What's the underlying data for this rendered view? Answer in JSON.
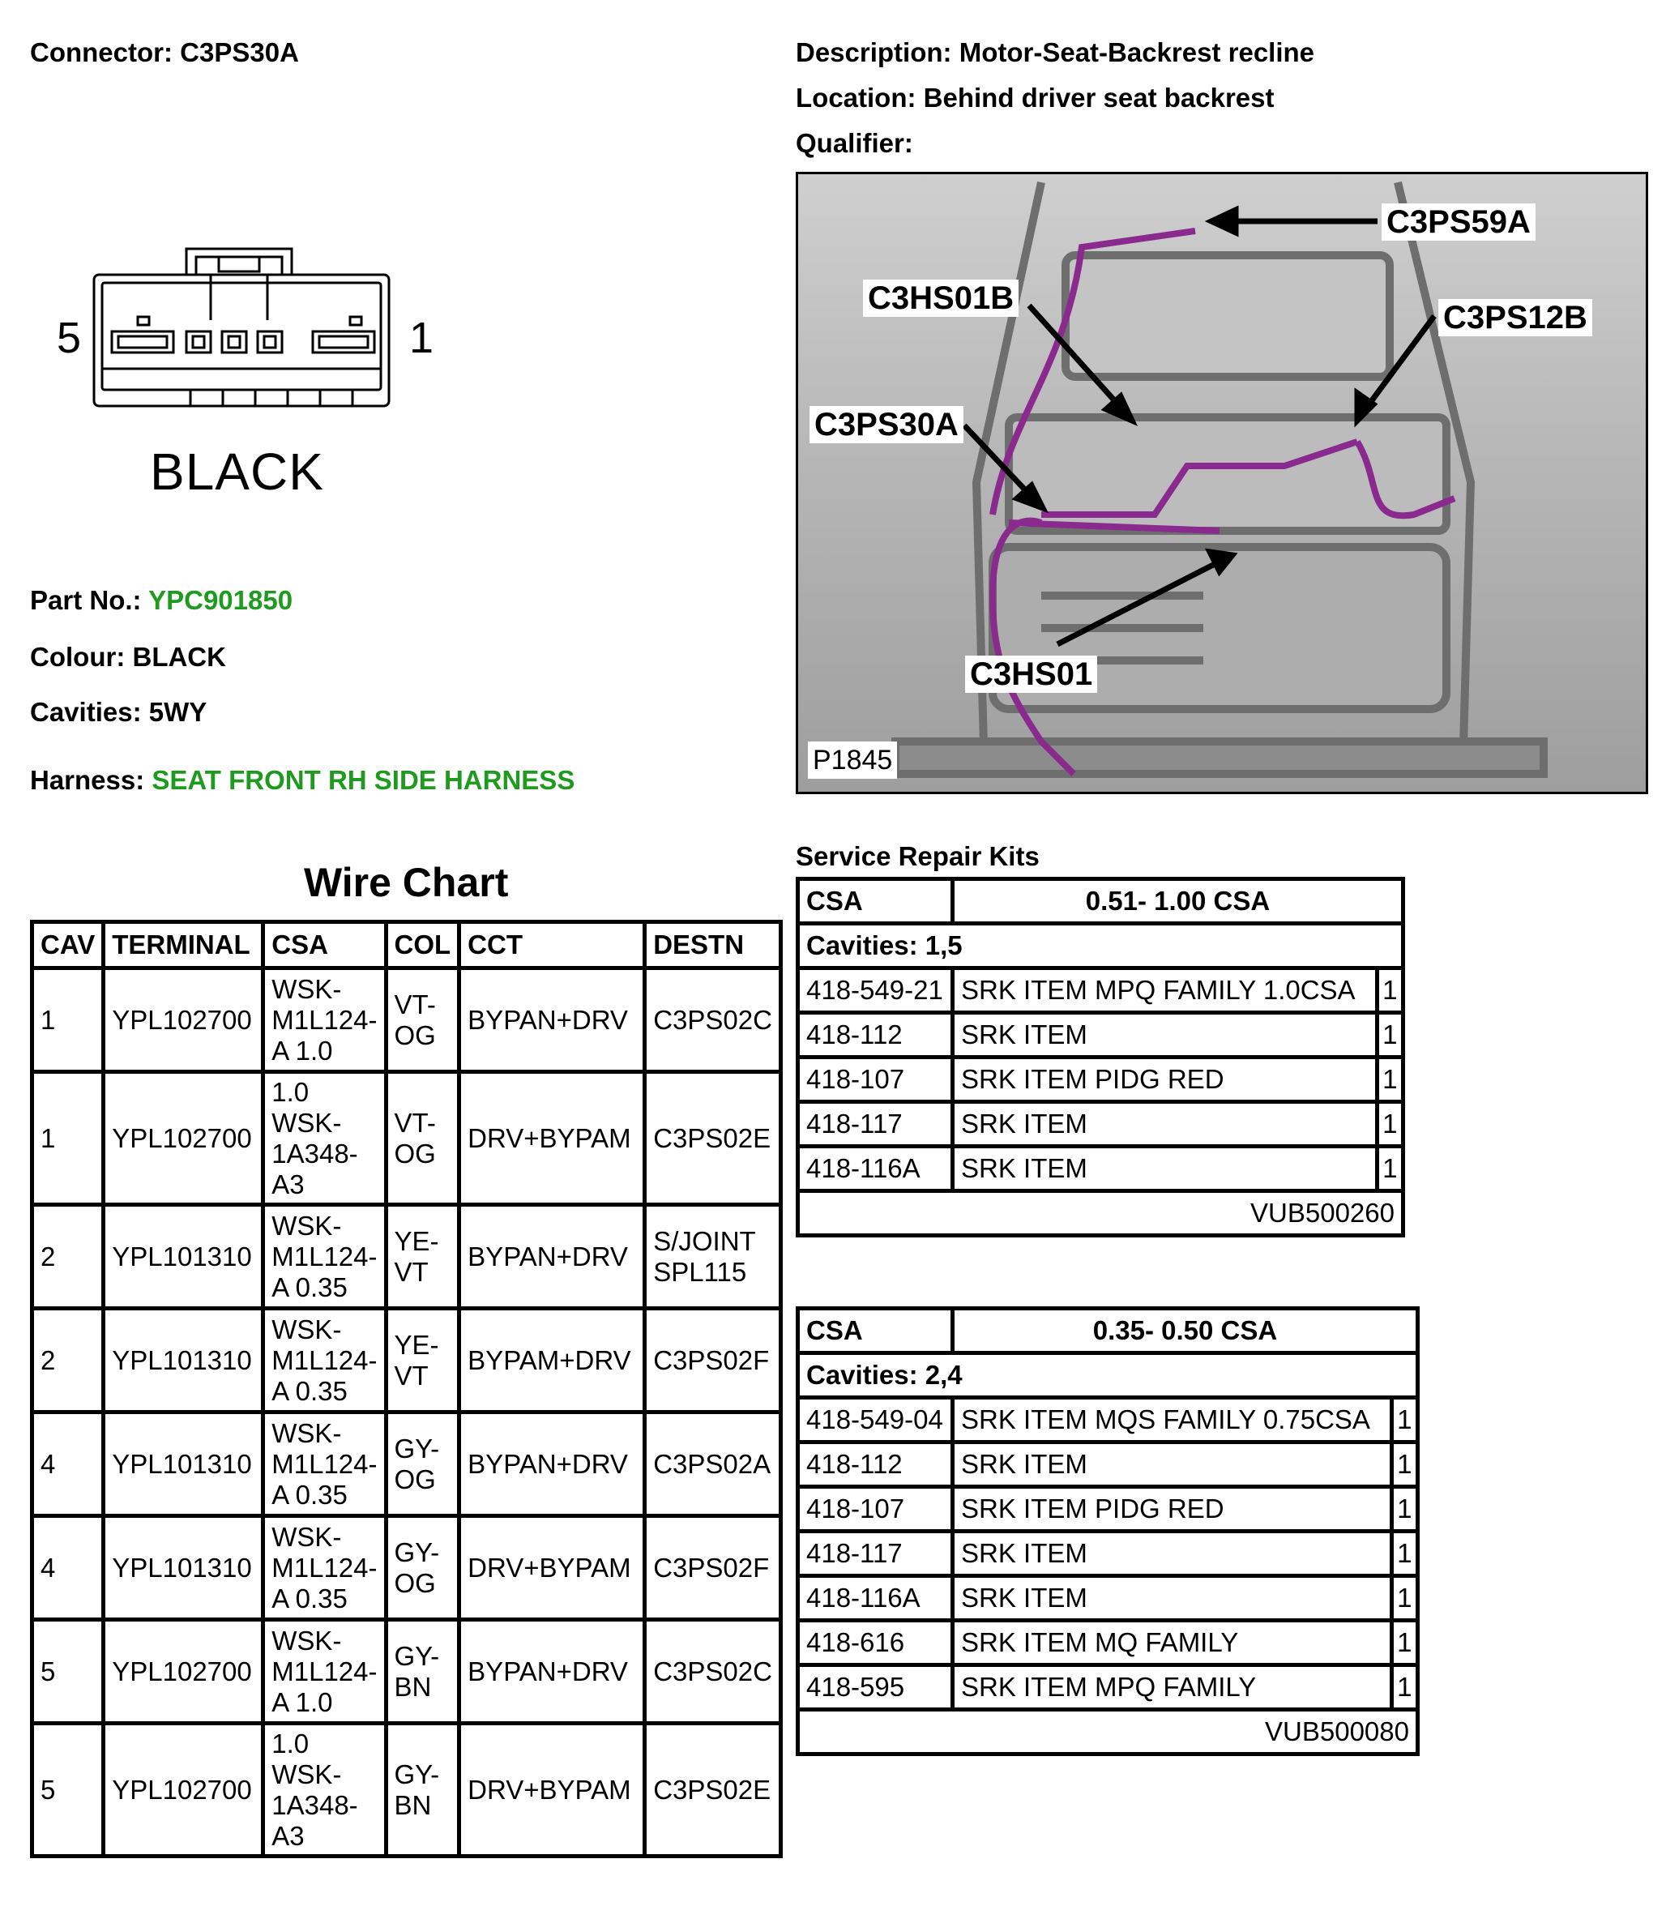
{
  "header": {
    "connector_label": "Connector:",
    "connector_value": "C3PS30A",
    "description_label": "Description:",
    "description_value": "Motor-Seat-Backrest recline",
    "location_label": "Location:",
    "location_value": "Behind driver seat backrest",
    "qualifier_label": "Qualifier:"
  },
  "connector": {
    "pin_left": "5",
    "pin_right": "1",
    "colour_text": "BLACK"
  },
  "info": {
    "part_label": "Part No.:",
    "part_value": "YPC901850",
    "colour_label": "Colour:",
    "colour_value": "BLACK",
    "cavities_label": "Cavities:",
    "cavities_value": "5WY",
    "harness_label": "Harness:",
    "harness_value": "SEAT FRONT RH SIDE HARNESS"
  },
  "photo": {
    "ref": "P1845",
    "callouts": [
      "C3PS59A",
      "C3HS01B",
      "C3PS12B",
      "C3PS30A",
      "C3HS01"
    ]
  },
  "wire_chart": {
    "title": "Wire Chart",
    "headers": [
      "CAV",
      "TERMINAL",
      "CSA",
      "COL",
      "CCT",
      "DESTN"
    ],
    "rows": [
      [
        "1",
        "YPL102700",
        "WSK-\nM1L124-\nA 1.0",
        "VT-\nOG",
        "BYPAN+DRV",
        "C3PS02C"
      ],
      [
        "1",
        "YPL102700",
        "1.0\nWSK-\n1A348-\nA3",
        "VT-\nOG",
        "DRV+BYPAM",
        "C3PS02E"
      ],
      [
        "2",
        "YPL101310",
        "WSK-\nM1L124-\nA 0.35",
        "YE-\nVT",
        "BYPAN+DRV",
        "S/JOINT\nSPL115"
      ],
      [
        "2",
        "YPL101310",
        "WSK-\nM1L124-\nA 0.35",
        "YE-\nVT",
        "BYPAM+DRV",
        "C3PS02F"
      ],
      [
        "4",
        "YPL101310",
        "WSK-\nM1L124-\nA 0.35",
        "GY-\nOG",
        "BYPAN+DRV",
        "C3PS02A"
      ],
      [
        "4",
        "YPL101310",
        "WSK-\nM1L124-\nA 0.35",
        "GY-\nOG",
        "DRV+BYPAM",
        "C3PS02F"
      ],
      [
        "5",
        "YPL102700",
        "WSK-\nM1L124-\nA 1.0",
        "GY-\nBN",
        "BYPAN+DRV",
        "C3PS02C"
      ],
      [
        "5",
        "YPL102700",
        "1.0\nWSK-\n1A348-\nA3",
        "GY-\nBN",
        "DRV+BYPAM",
        "C3PS02E"
      ]
    ]
  },
  "kits": {
    "title": "Service Repair Kits",
    "kit1": {
      "csa_label": "CSA",
      "csa_range": "0.51- 1.00 CSA",
      "cavities": "Cavities: 1,5",
      "items": [
        [
          "418-549-21",
          "SRK ITEM MPQ FAMILY 1.0CSA",
          "1"
        ],
        [
          "418-112",
          "SRK ITEM",
          "1"
        ],
        [
          "418-107",
          "SRK ITEM PIDG RED",
          "1"
        ],
        [
          "418-117",
          "SRK ITEM",
          "1"
        ],
        [
          "418-116A",
          "SRK ITEM",
          "1"
        ]
      ],
      "kit_no": "VUB500260"
    },
    "kit2": {
      "csa_label": "CSA",
      "csa_range": "0.35- 0.50 CSA",
      "cavities": "Cavities: 2,4",
      "items": [
        [
          "418-549-04",
          "SRK ITEM MQS FAMILY 0.75CSA",
          "1"
        ],
        [
          "418-112",
          "SRK ITEM",
          "1"
        ],
        [
          "418-107",
          "SRK ITEM PIDG RED",
          "1"
        ],
        [
          "418-117",
          "SRK ITEM",
          "1"
        ],
        [
          "418-116A",
          "SRK ITEM",
          "1"
        ],
        [
          "418-616",
          "SRK ITEM MQ FAMILY",
          "1"
        ],
        [
          "418-595",
          "SRK ITEM MPQ FAMILY",
          "1"
        ]
      ],
      "kit_no": "VUB500080"
    }
  },
  "colors": {
    "link_green": "#1e9a1e",
    "harness_purple": "#8a2a8e"
  }
}
